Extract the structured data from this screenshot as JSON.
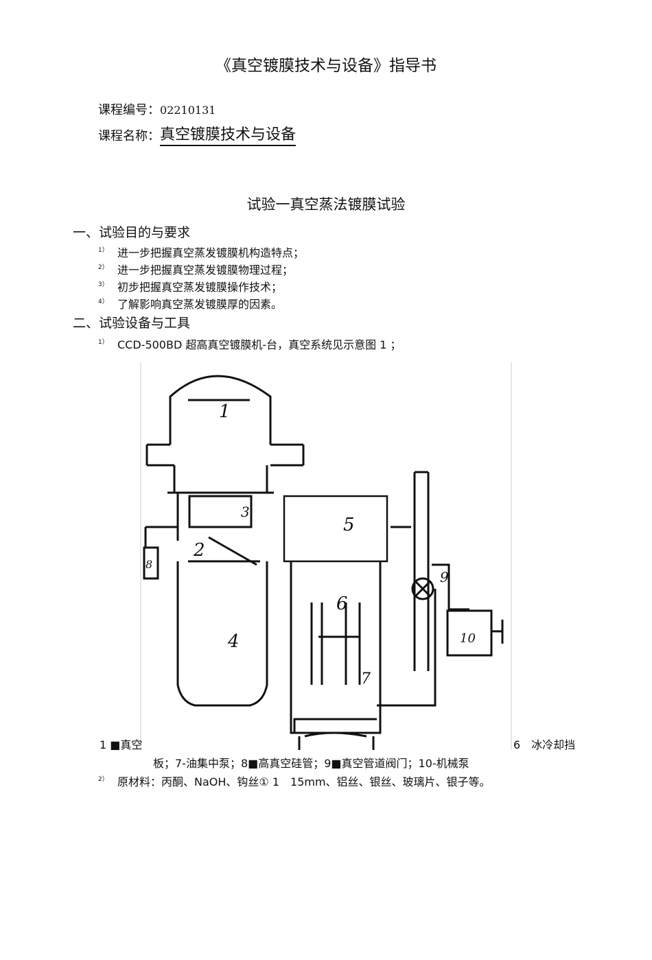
{
  "doc_title": "《真空镀膜技术与设备》指导书",
  "course_code_label": "课程编号：",
  "course_code": "02210131",
  "course_name_label": "课程名称：",
  "course_name": "真空镀膜技术与设备",
  "experiment_title": "试验一真空蒸法镀膜试验",
  "section1": {
    "heading": "一、试验目的与要求",
    "items": [
      {
        "num": "1）",
        "text": "进一步把握真空蒸发镀膜机构造特点；"
      },
      {
        "num": "2）",
        "text": "进一步把握真空蒸发镀膜物理过程；"
      },
      {
        "num": "3）",
        "text": "初步把握真空蒸发镀膜操作技术；"
      },
      {
        "num": "4）",
        "text": "了解影响真空蒸发镀膜厚的因素。"
      }
    ]
  },
  "section2": {
    "heading": "二、试验设备与工具",
    "items": [
      {
        "num": "1）",
        "text": "CCD-500BD 超高真空镀膜机-台，真空系统见示意图 1 ；"
      },
      {
        "num": "2）",
        "text": "原材料：丙酮、NaOH、钩丝① 1　15mm、铝丝、银丝、玻璃片、银子等。"
      }
    ]
  },
  "caption": {
    "left": "1 ■真空",
    "right": "6　冰冷却挡",
    "line2": "板；7-油集中泵；8■高真空硅管；9■真空管道阀门；10-机械泵"
  },
  "diagram_labels": [
    "1",
    "2",
    "3",
    "4",
    "5",
    "6",
    "7",
    "8",
    "9",
    "10"
  ]
}
